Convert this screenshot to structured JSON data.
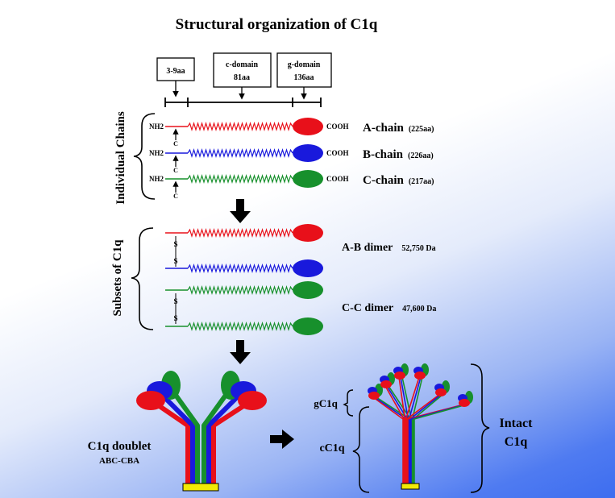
{
  "title": "Structural organization of C1q",
  "domains": {
    "short": "3-9aa",
    "c_domain": {
      "name": "c-domain",
      "length": "81aa"
    },
    "g_domain": {
      "name": "g-domain",
      "length": "136aa"
    }
  },
  "sections": {
    "individual_chains": "Individual Chains",
    "subsets": "Subsets of C1q"
  },
  "terminal_labels": {
    "nh2": "NH2",
    "cooh": "COOH",
    "cleavage": "C",
    "disulfide": "S"
  },
  "chains": [
    {
      "name": "A-chain",
      "length": "(225aa)",
      "color": "#e8101a"
    },
    {
      "name": "B-chain",
      "length": "(226aa)",
      "color": "#1919dc"
    },
    {
      "name": "C-chain",
      "length": "(217aa)",
      "color": "#17902c"
    }
  ],
  "dimers": [
    {
      "name": "A-B dimer",
      "mass": "52,750 Da"
    },
    {
      "name": "C-C dimer",
      "mass": "47,600 Da"
    }
  ],
  "doublet": {
    "name": "C1q doublet",
    "composition": "ABC-CBA"
  },
  "intact": {
    "gc1q": "gC1q",
    "cc1q": "cC1q",
    "label_line1": "Intact",
    "label_line2": "C1q"
  },
  "colors": {
    "red": "#e8101a",
    "blue": "#1919dc",
    "green": "#17902c",
    "yellow": "#f2ea06"
  }
}
